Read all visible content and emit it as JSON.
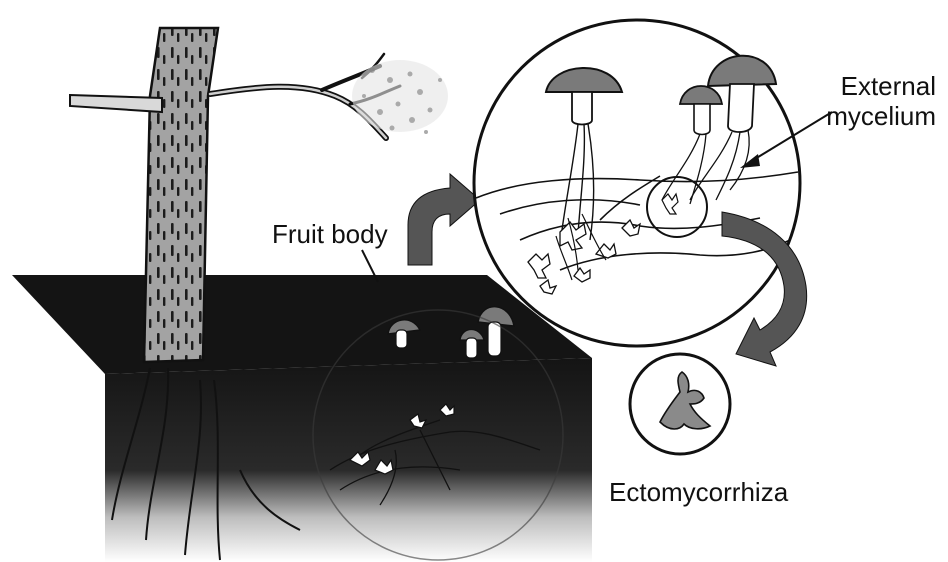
{
  "labels": {
    "fruit_body": "Fruit body",
    "external_mycelium_line1": "External",
    "external_mycelium_line2": "mycelium",
    "ectomycorrhiza": "Ectomycorrhiza"
  },
  "colors": {
    "ink": "#111111",
    "soil_dark": "#141414",
    "bark": "#9a9a9a",
    "mushroom_cap": "#7a7a7a",
    "arrow_fill": "#555555",
    "background": "#ffffff"
  },
  "icons": {
    "tree": "tree-icon",
    "mushroom": "mushroom-icon",
    "curved_arrow": "curved-arrow-icon",
    "root_tip": "root-tip-icon"
  }
}
